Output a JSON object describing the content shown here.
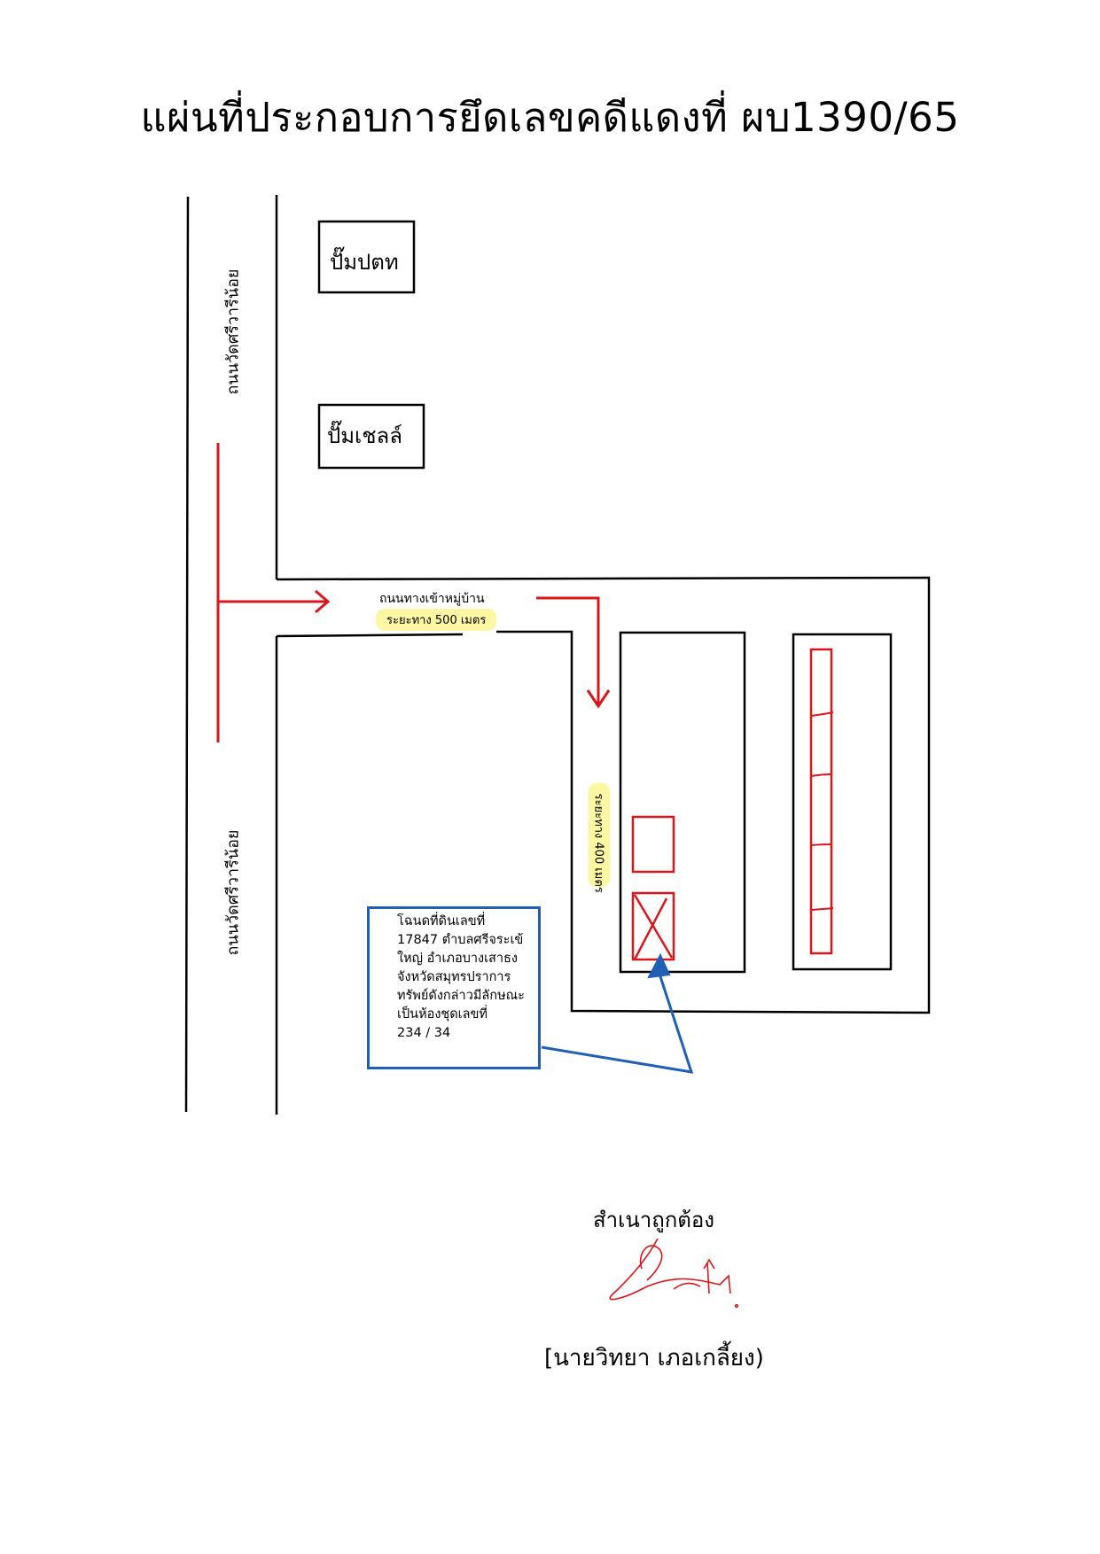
{
  "title": "แผ่นที่ประกอบการยึดเลขคดีแดงที่ ผบ1390/65",
  "map": {
    "road_main_label": "ถนนวัดศรีวารีน้อย",
    "road_village_label": "ถนนทางเข้าหมู่บ้าน",
    "distance_500": "ระยะทาง 500 เมตร",
    "distance_400": "ระยะทาง 400 เมตร",
    "landmarks": {
      "ptt_pump": "ปั๊มปตท",
      "shell_pump": "ปั๊มเชลล์"
    },
    "note_lines": [
      "โฉนดที่ดินเลขที่",
      "17847 ตำบลศรีจระเข้",
      "ใหญ่ อำเภอบางเสาธง",
      "จังหวัดสมุทรปราการ",
      "ทรัพย์ดังกล่าวมีลักษณะ",
      "เป็นห้องชุดเลขที่",
      "234 / 34"
    ],
    "colors": {
      "route": "#d9161c",
      "note": "#1f5fb5",
      "highlight": "#fbf7a3",
      "ink": "#000000"
    }
  },
  "footer": {
    "certified": "สำเนาถูกต้อง",
    "signer": "[นายวิทยา เภอเกลี้ยง)"
  }
}
